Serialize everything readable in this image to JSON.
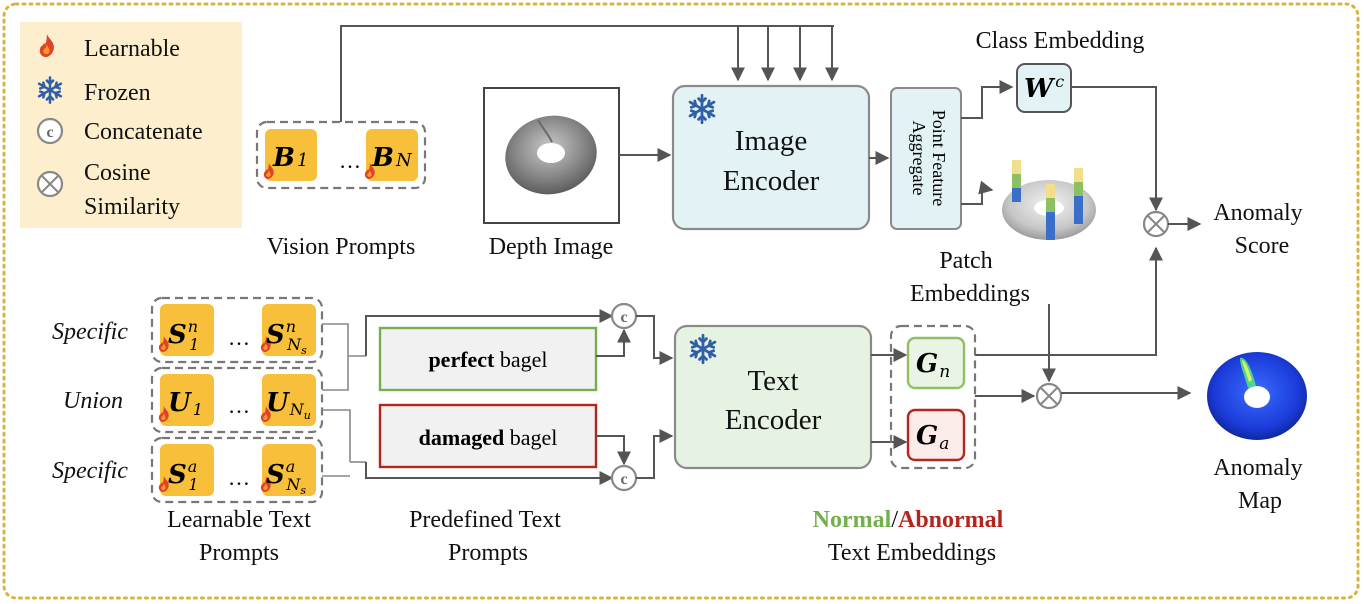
{
  "legend": {
    "learnable": "Learnable",
    "frozen": "Frozen",
    "concatenate": "Concatenate",
    "cosine_line1": "Cosine",
    "cosine_line2": "Similarity",
    "concat_symbol": "c"
  },
  "vision_prompts": {
    "label": "Vision Prompts",
    "first_token": "B",
    "first_sub": "1",
    "ellipsis": "…",
    "last_token": "B",
    "last_sub": "N"
  },
  "depth_image": {
    "label": "Depth Image"
  },
  "image_encoder": {
    "line1": "Image",
    "line2": "Encoder"
  },
  "point_feature": {
    "line1": "Point Feature",
    "line2": "Aggregate"
  },
  "class_embedding": {
    "label": "Class Embedding",
    "token": "W",
    "sup": "c"
  },
  "patch_embeddings": {
    "line1": "Patch",
    "line2": "Embeddings"
  },
  "anomaly_score": {
    "line1": "Anomaly",
    "line2": "Score"
  },
  "anomaly_map": {
    "line1": "Anomaly",
    "line2": "Map"
  },
  "text_prompts": {
    "specific_label": "Specific",
    "union_label": "Union",
    "normal_row": {
      "token": "S",
      "first_sub": "1",
      "last_sub": "N",
      "last_subsub": "s",
      "sup": "n"
    },
    "union_row": {
      "token": "U",
      "first_sub": "1",
      "last_sub": "N",
      "last_subsub": "u"
    },
    "abnormal_row": {
      "token": "S",
      "first_sub": "1",
      "last_sub": "N",
      "last_subsub": "s",
      "sup": "a"
    },
    "ellipsis": "…",
    "caption_line1": "Learnable Text",
    "caption_line2": "Prompts"
  },
  "predefined": {
    "normal_bold": "perfect",
    "normal_rest": " bagel",
    "abnormal_bold": "damaged",
    "abnormal_rest": " bagel",
    "caption_line1": "Predefined Text",
    "caption_line2": "Prompts"
  },
  "text_encoder": {
    "line1": "Text",
    "line2": "Encoder"
  },
  "text_embeddings": {
    "normal_token": "G",
    "normal_sub": "n",
    "abnormal_token": "G",
    "abnormal_sub": "a",
    "normal_word": "Normal",
    "slash": "/",
    "abnormal_word": "Abnormal",
    "caption_line2": "Text Embeddings"
  },
  "colors": {
    "learnable_fill": "#f7bf3a",
    "legend_bg": "#fdefcd",
    "frame_border": "#d9b340",
    "encoder_image_fill": "#e3f3f5",
    "encoder_text_fill": "#e6f3e3",
    "normal_green": "#73b04b",
    "abnormal_red": "#b3261e",
    "snowflake_blue": "#2f5fa8",
    "flame_red": "#e0412a"
  }
}
